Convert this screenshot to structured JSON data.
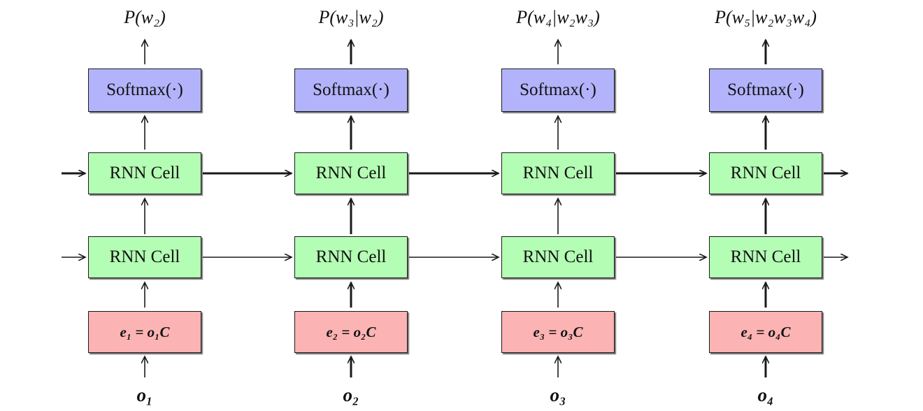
{
  "colors": {
    "softmax": "#b3b3fb",
    "rnn": "#b4fdb4",
    "embedding": "#fbb3b3",
    "stroke": "#1a1a1a"
  },
  "columns": [
    {
      "top_label": "P(w₂)",
      "softmax": "Softmax(·)",
      "rnn_top": "RNN Cell",
      "rnn_bottom": "RNN Cell",
      "embedding": "e₁ = o₁C",
      "input": "o₁"
    },
    {
      "top_label": "P(w₃|w₂)",
      "softmax": "Softmax(·)",
      "rnn_top": "RNN Cell",
      "rnn_bottom": "RNN Cell",
      "embedding": "e₂ = o₂C",
      "input": "o₂"
    },
    {
      "top_label": "P(w₄|w₂w₃)",
      "softmax": "Softmax(·)",
      "rnn_top": "RNN Cell",
      "rnn_bottom": "RNN Cell",
      "embedding": "e₃ = o₃C",
      "input": "o₃"
    },
    {
      "top_label": "P(w₅|w₂w₃w₄)",
      "softmax": "Softmax(·)",
      "rnn_top": "RNN Cell",
      "rnn_bottom": "RNN Cell",
      "embedding": "e₄ = o₄C",
      "input": "o₄"
    }
  ]
}
